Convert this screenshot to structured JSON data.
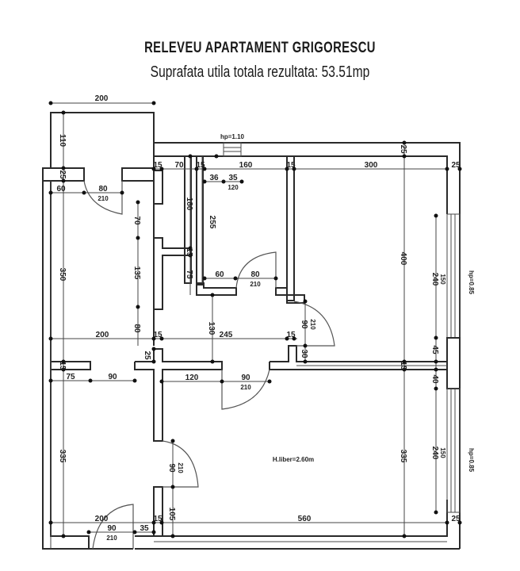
{
  "title": "RELEVEU APARTAMENT GRIGORESCU",
  "subtitle": "Suprafata utila totala rezultata: 53.51mp",
  "annotations": {
    "ceiling_height": "H.liber=2.60m",
    "window_sill_top": "hp=1.10",
    "window_sill_right_upper": "hp=0.85",
    "window_sill_right_lower": "hp=0.85"
  },
  "dimensions": {
    "top_balcony_width": "200",
    "balcony_depth": "110",
    "wall_25_left": "25",
    "door_left_60": "60",
    "door_left_80": "80",
    "door_left_210": "210",
    "w15_a": "15",
    "d70": "70",
    "w15_b": "15",
    "d160": "160",
    "w15_c": "15",
    "d300": "300",
    "w25_right": "25",
    "w25_top": "25",
    "d36": "36",
    "d35": "35",
    "d120_small": "120",
    "d180": "180",
    "d255": "255",
    "d70_v": "70",
    "d135": "135",
    "w15_v": "15",
    "d75_v": "75",
    "bath_door_60": "60",
    "bath_door_80": "80",
    "bath_door_210": "210",
    "d350": "350",
    "d400": "400",
    "d240_upper": "240",
    "d150_upper": "150",
    "d90_door_right": "90",
    "d210_door_right": "210",
    "d30": "30",
    "d45": "45",
    "d40": "40",
    "d80_v": "80",
    "d130_v": "130",
    "d200_mid": "200",
    "w15_mid_a": "15",
    "d245": "245",
    "w15_mid_b": "15",
    "w25_mid": "25",
    "w15_left_mid": "15",
    "d75_mid": "75",
    "d90_mid": "90",
    "d120_mid": "120",
    "d90_living_door": "90",
    "d210_living_door": "210",
    "w15_right_mid": "15",
    "d335_left": "335",
    "d335_right": "335",
    "d240_lower": "240",
    "d150_lower": "150",
    "d90_hall_door": "90",
    "d210_hall_door": "210",
    "d105": "105",
    "d200_bottom": "200",
    "d90_entry": "90",
    "d210_entry": "210",
    "d35_bottom": "35",
    "w15_bottom": "15",
    "d560": "560",
    "w25_bottom_right": "25"
  }
}
